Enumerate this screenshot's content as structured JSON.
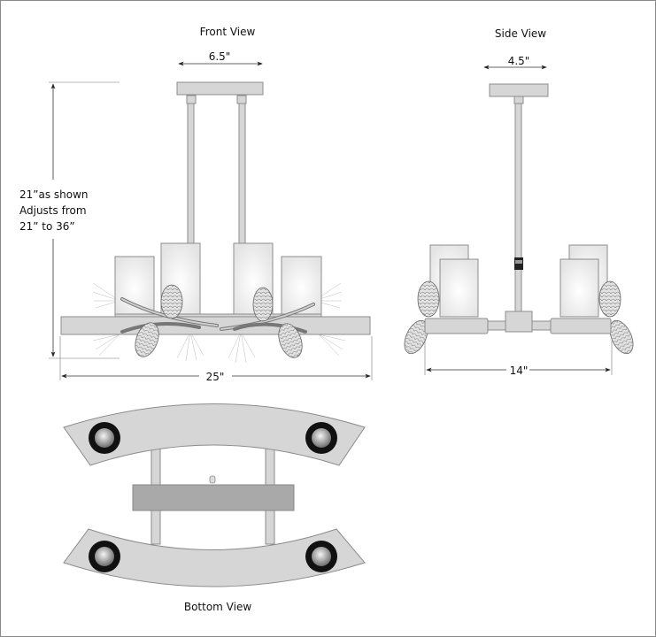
{
  "front_view": {
    "title": "Front View",
    "canopy_width": "6.5\"",
    "overall_width": "25\"",
    "height_note": [
      "21”as shown",
      "Adjusts from",
      "21” to 36”"
    ]
  },
  "side_view": {
    "title": "Side View",
    "canopy_width": "4.5\"",
    "overall_depth": "14\""
  },
  "bottom_view": {
    "title": "Bottom View"
  },
  "colors": {
    "metal": "#d6d6d6",
    "outline": "#8c8c8c",
    "bottom_bar": "#a9a9a9",
    "socket_ring": "#111111"
  }
}
